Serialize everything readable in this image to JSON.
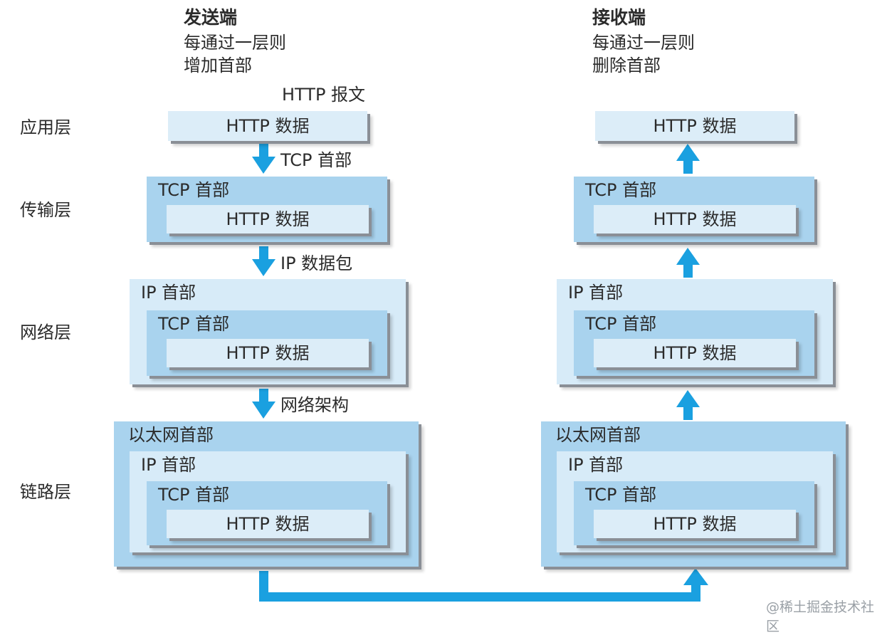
{
  "sender": {
    "title": "发送端",
    "desc_line1": "每通过一层则",
    "desc_line2": "增加首部",
    "message_label": "HTTP 报文"
  },
  "receiver": {
    "title": "接收端",
    "desc_line1": "每通过一层则",
    "desc_line2": "删除首部"
  },
  "layers": {
    "application": "应用层",
    "transport": "传输层",
    "network": "网络层",
    "link": "链路层"
  },
  "notes": {
    "tcp_header": "TCP 首部",
    "ip_packet": "IP 数据包",
    "network_arch": "网络架构"
  },
  "labels": {
    "http_data": "HTTP 数据",
    "tcp_header": "TCP 首部",
    "ip_header": "IP 首部",
    "ethernet_header": "以太网首部"
  },
  "watermark": "@稀土掘金技术社区",
  "colors": {
    "arrow": "#1aa0e0",
    "outer_blue": "#a9d3ee",
    "inner_light": "#dcedf8"
  }
}
